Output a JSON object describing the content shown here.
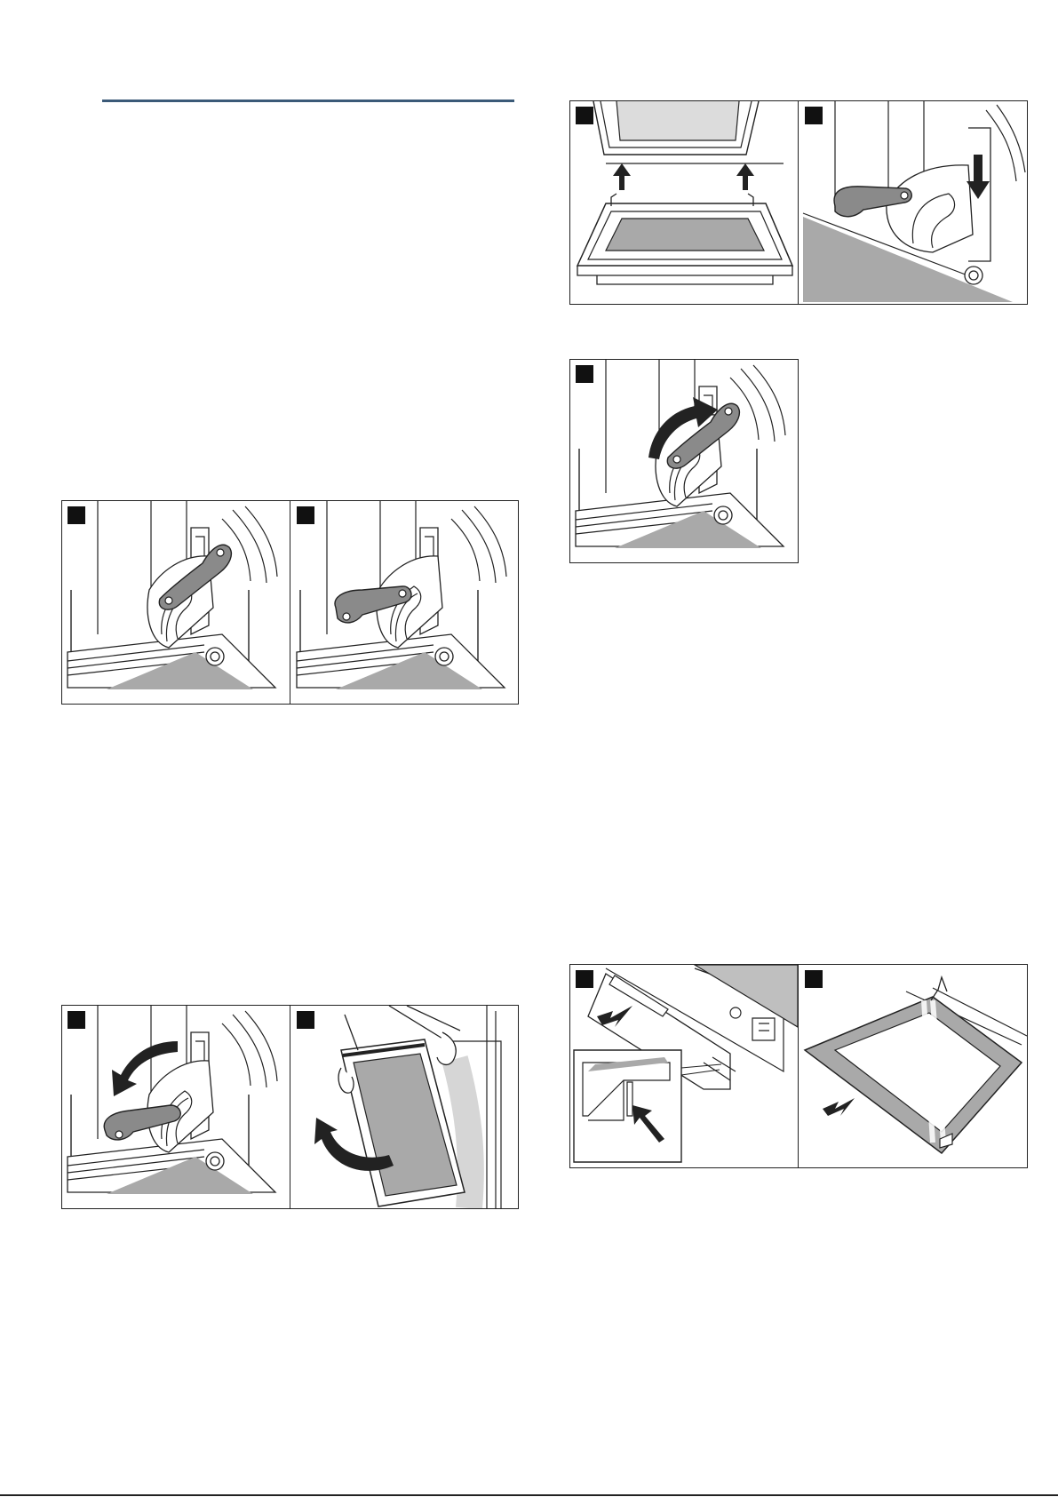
{
  "page": {
    "section_rule_color": "#3b5a78",
    "shade_color": "#a9a9a9",
    "part_color": "#8a8a8a"
  },
  "figures": {
    "fig_1": {
      "panels": [
        "hinge-lever-up",
        "hinge-lever-folded"
      ]
    },
    "fig_2": {
      "panels": [
        "hinge-lever-rotate-down",
        "door-lift-out"
      ]
    },
    "fig_3": {
      "panels": [
        "door-insert-arrows",
        "hinge-slot-push-down"
      ]
    },
    "fig_4": {
      "panels": [
        "hinge-lever-rotate-up"
      ]
    },
    "fig_5": {
      "panels": [
        "clip-release-detail",
        "glass-pane-pull-out"
      ]
    }
  }
}
